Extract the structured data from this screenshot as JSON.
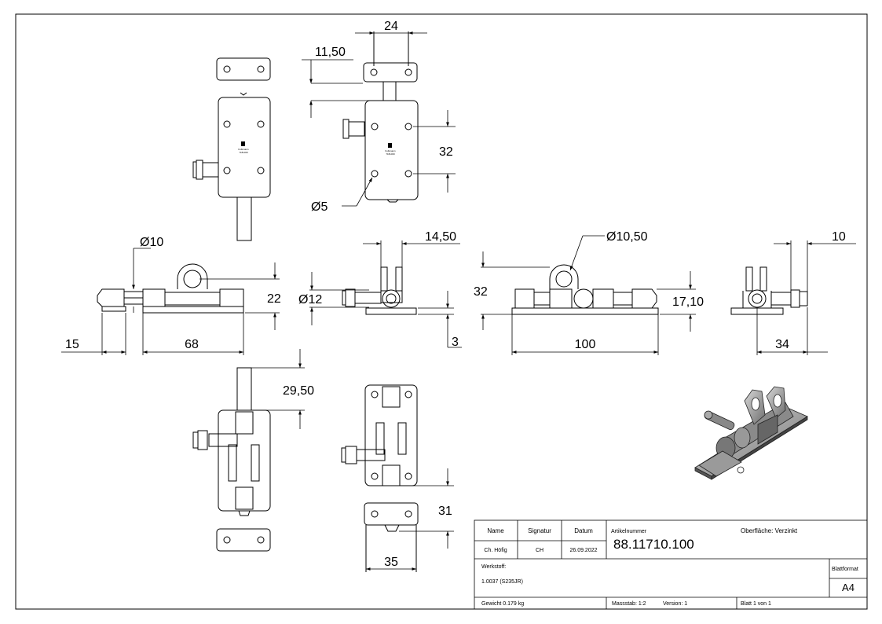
{
  "dimensions": {
    "d24": "24",
    "d11_50": "11,50",
    "d32_top": "32",
    "d5": "Ø5",
    "d10_dia": "Ø10",
    "d14_50": "14,50",
    "d10_50": "Ø10,50",
    "d10": "10",
    "d22": "22",
    "d12": "Ø12",
    "d32_front": "32",
    "d17_10": "17,10",
    "d15": "15",
    "d68": "68",
    "d3": "3",
    "d100": "100",
    "d34": "34",
    "d29_50": "29,50",
    "d31": "31",
    "d35": "35"
  },
  "part_marking": {
    "brand": "Folkmann",
    "code": "71B-000"
  },
  "title_block": {
    "h_name": "Name",
    "h_signatur": "Signatur",
    "h_datum": "Datum",
    "name": "Ch. Höfig",
    "signatur": "CH",
    "datum": "26.09.2022",
    "artikel_label": "Artikelnummer",
    "artikel_nummer": "88.11710.100",
    "oberflaeche": "Oberfläche:  Verzinkt",
    "werkstoff_label": "Werkstoff:",
    "werkstoff": "1.0037 (S235JR)",
    "blattformat_label": "Blattformat",
    "blattformat": "A4",
    "gewicht": "Gewicht 0.179 kg",
    "massstab": "Massstab: 1:2",
    "version": "Version: 1",
    "blatt": "Blatt 1 von 1"
  }
}
